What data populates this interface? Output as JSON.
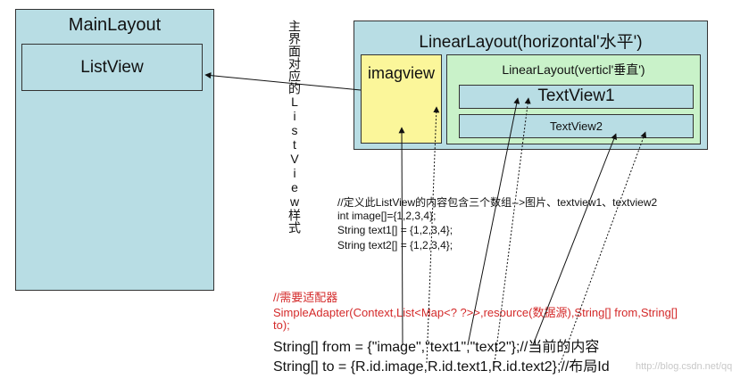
{
  "main_layout": {
    "title": "MainLayout"
  },
  "listview": {
    "title": "ListView"
  },
  "linear_horizontal": {
    "title": "LinearLayout(horizontal'水平')"
  },
  "imagview": {
    "title": "imagview"
  },
  "linear_vertical": {
    "title": "LinearLayout(verticl'垂直')"
  },
  "textview1": {
    "title": "TextView1"
  },
  "textview2": {
    "title": "TextView2"
  },
  "vertical_note": {
    "text": "主界面对应的ListView样式"
  },
  "code_comments": {
    "line1": "//定义此ListView的内容包含三个数组-->图片、textview1、textview2",
    "line2": "int image[]={1,2,3,4};",
    "line3": "String text1[] = {1,2,3,4};",
    "line4": "String text2[] = {1,2,3,4};"
  },
  "adapter_note": {
    "line1": "//需要适配器",
    "line2": "SimpleAdapter(Context,List<Map<? ?>>,resource(数据源),String[] from,String[]",
    "line3": "to);"
  },
  "arrays": {
    "from_line": "String[] from = {\"image\",\"text1\",\"text2\"};//当前的内容",
    "to_line": "String[] to = {R.id.image,R.id.text1,R.id.text2};//布局Id"
  },
  "watermark": "http://blog.csdn.net/qqHJQS",
  "colors": {
    "layout_fill": "#b8dde4",
    "image_fill": "#fbf69a",
    "vertical_fill": "#c9f2c9",
    "red_text": "#d42a2a"
  }
}
